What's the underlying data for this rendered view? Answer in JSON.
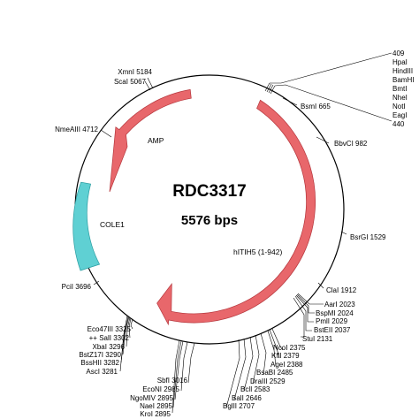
{
  "plasmid": {
    "name": "RDC3317",
    "size_label": "5576 bps"
  },
  "features": {
    "amp": "AMP",
    "cole1": "COLE1",
    "hltih5": "hITIH5 (1-942)"
  },
  "colors": {
    "feature_red": "#e8676b",
    "feature_cyan": "#5fd0d3",
    "backbone": "#000000"
  },
  "sites_top_right": {
    "items": [
      "409",
      "HpaI",
      "HindIII",
      "BamHI",
      "BmtI",
      "NheI",
      "NotI",
      "EagI",
      "440"
    ]
  },
  "sites": {
    "bsmi": "BsmI 665",
    "bbvci": "BbvCI 982",
    "bsrgi": "BsrGI 1529",
    "clai": "ClaI 1912",
    "aari": "AarI 2023",
    "bspmi": "BspMI 2024",
    "pmli": "PmlI 2029",
    "bstei": "BstEII 2037",
    "stui": "StuI 2131",
    "ncoi": "NcoI 2375",
    "kfli": "KflI 2379",
    "agei": "AgeI 2388",
    "bsabi": "BsaBI 2485",
    "draiii": "DraIII 2529",
    "bcli": "BclI 2583",
    "bali": "BalI 2646",
    "bglii": "BglII 2707",
    "xmni": "XmnI 5184",
    "scai": "ScaI 5067",
    "nmeaiii": "NmeAIII 4712",
    "pcii": "PciI 3696",
    "eco47iii": "Eco47III 3325",
    "sali": "++ SalI 3302",
    "xbai": "XbaI 3296",
    "bstz17i": "BstZ17I 3290",
    "bsshii": "BssHII 3282",
    "asci": "AscI 3281",
    "sbfi": "SbfI 3016",
    "econi": "EcoNI 2985",
    "ngomiv": "NgoMIV 2895",
    "naei": "NaeI 2895",
    "kroi": "KroI 2895"
  }
}
